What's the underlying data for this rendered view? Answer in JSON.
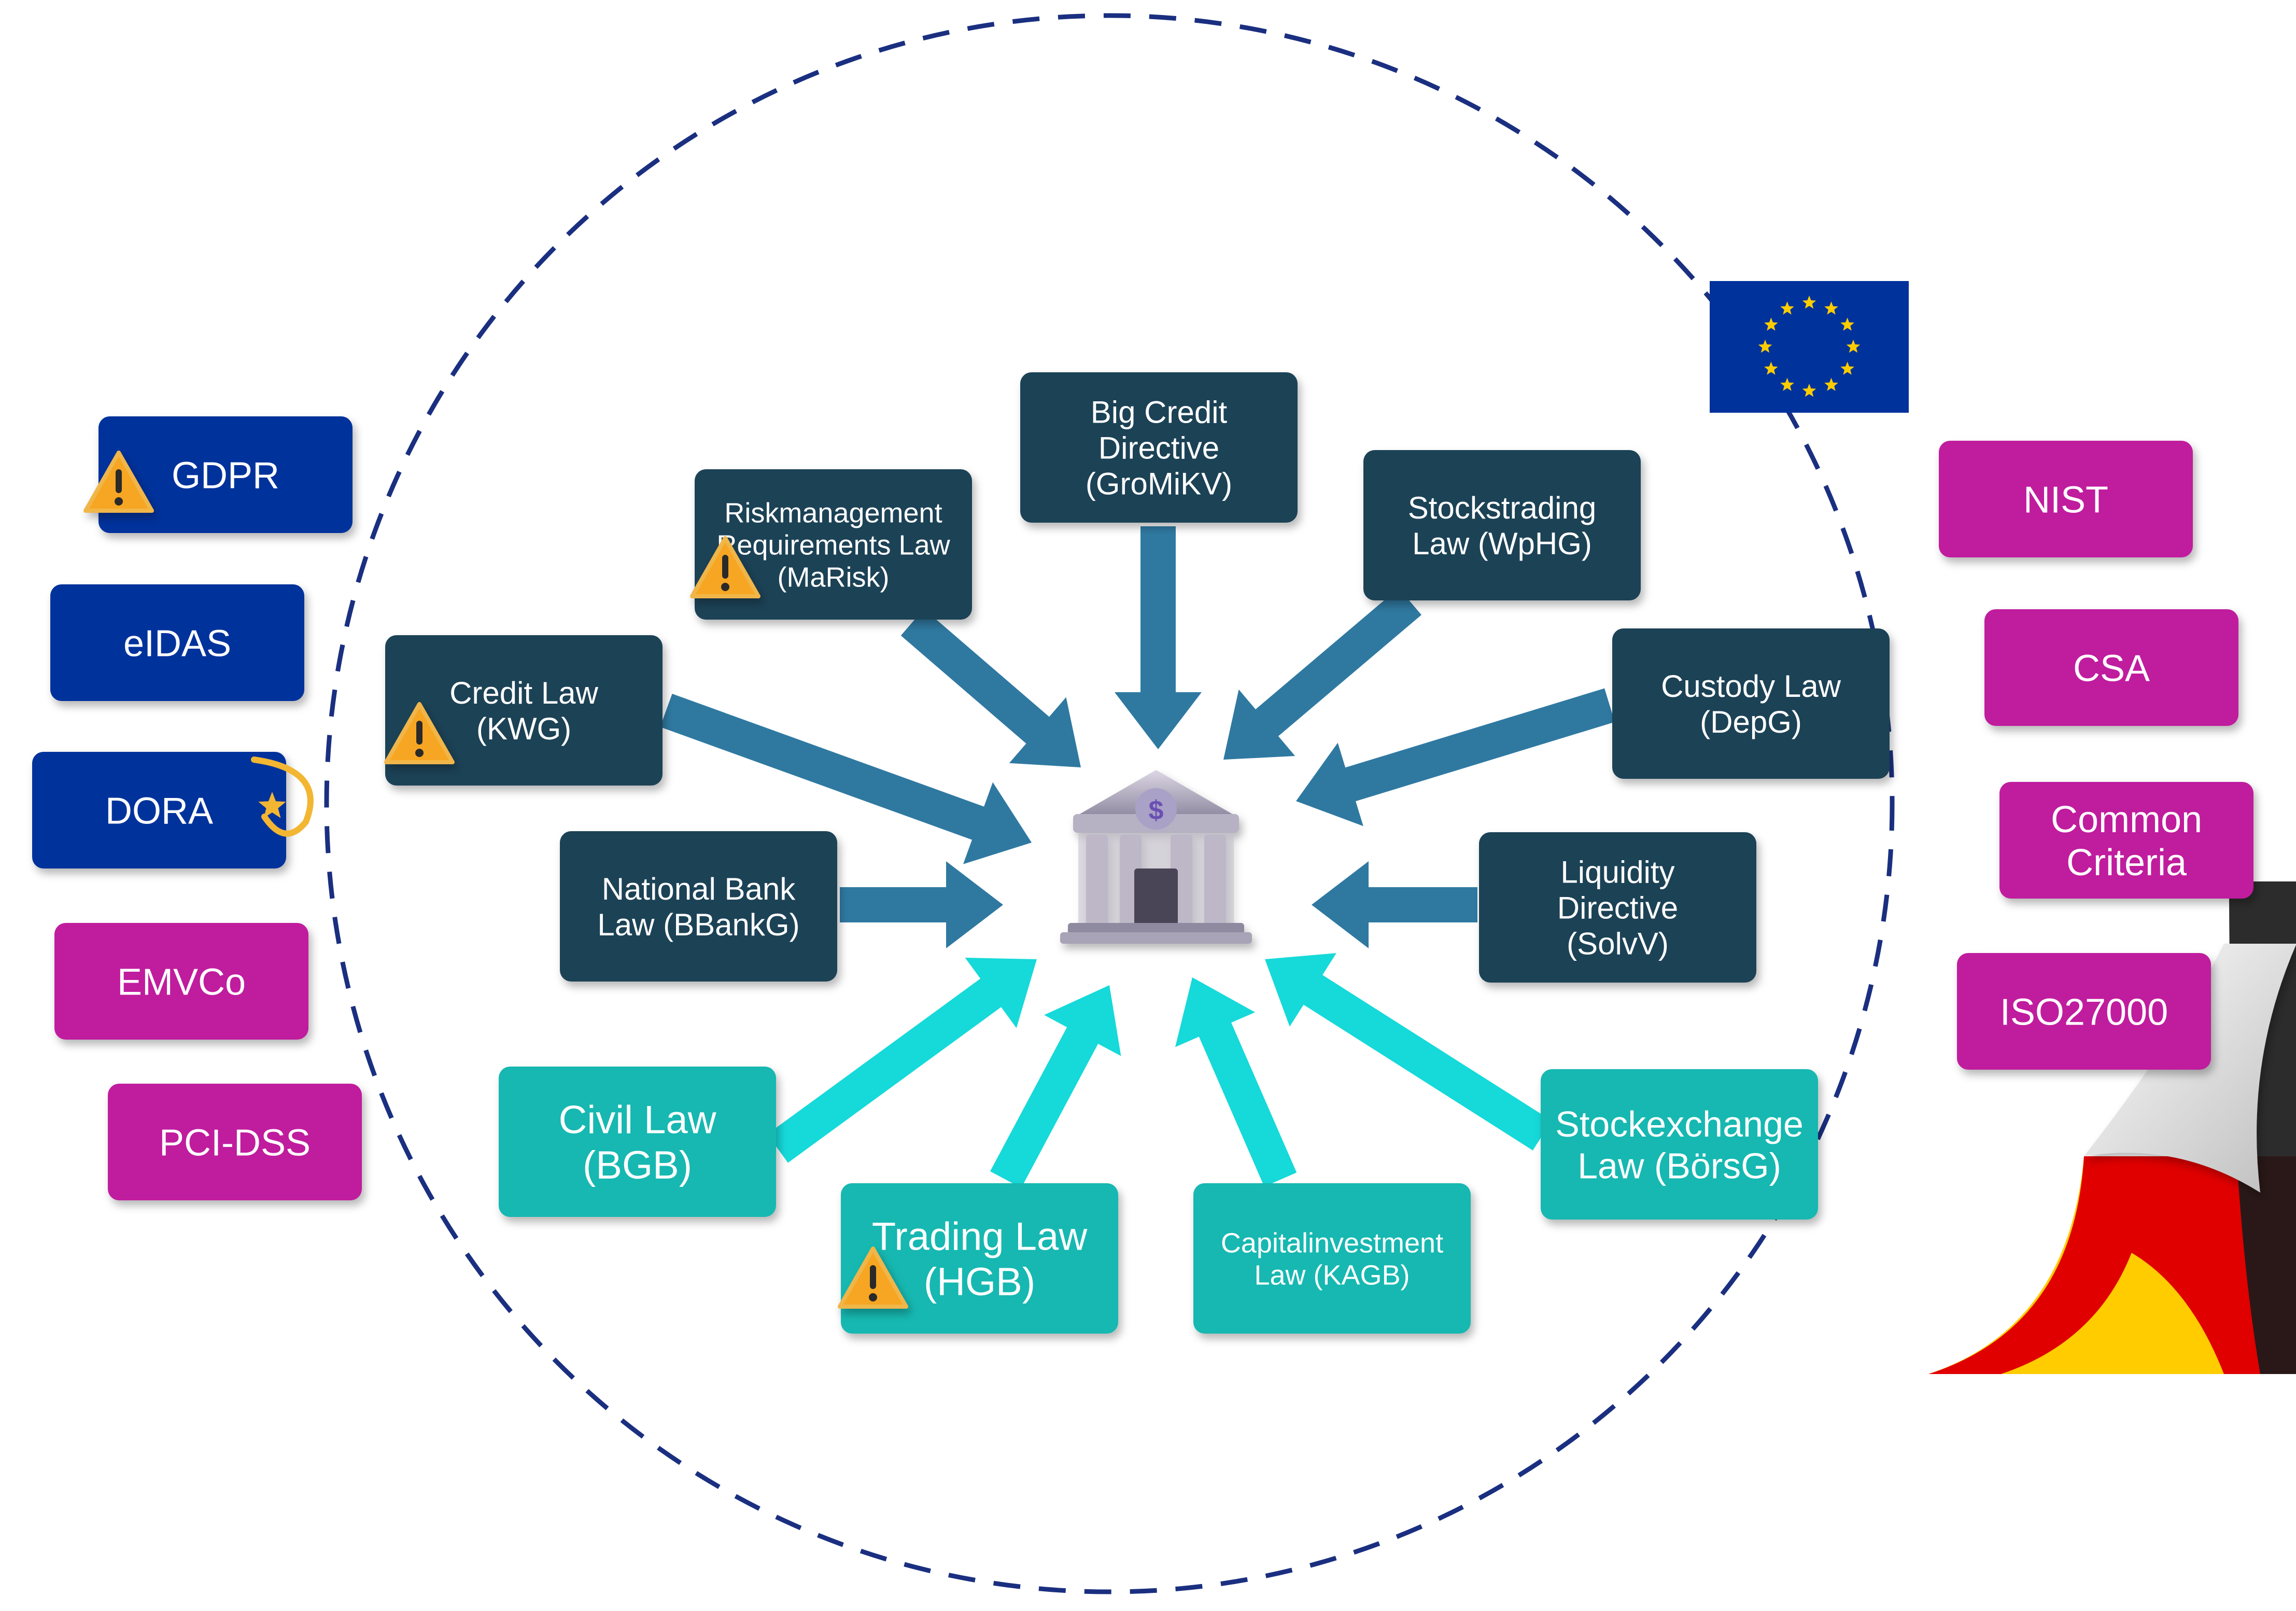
{
  "colors": {
    "eu_blue": "#00329c",
    "magenta": "#c01c9e",
    "dark_box": "#1e4356",
    "teal_box": "#14b8b1",
    "dark_arrow": "#2f79a1",
    "cyan_arrow": "#16d9d9",
    "circle_border": "#1a2f80",
    "warning": "#f6a623",
    "flag_black": "#1a1a1a",
    "flag_red": "#e00000",
    "flag_gold": "#ffcc00"
  },
  "left_items": [
    {
      "id": "gdpr",
      "label": "GDPR",
      "style": "eu",
      "badge": "warning-icon"
    },
    {
      "id": "eidas",
      "label": "eIDAS",
      "style": "eu",
      "badge": ""
    },
    {
      "id": "dora",
      "label": "DORA",
      "style": "eu",
      "badge": "new-icon"
    },
    {
      "id": "emvco",
      "label": "EMVCo",
      "style": "magenta",
      "badge": ""
    },
    {
      "id": "pcidss",
      "label": "PCI-DSS",
      "style": "magenta",
      "badge": ""
    }
  ],
  "right_items": [
    {
      "id": "nist",
      "label": "NIST",
      "style": "magenta"
    },
    {
      "id": "csa",
      "label": "CSA",
      "style": "magenta"
    },
    {
      "id": "common-criteria",
      "label": [
        "Common",
        "Criteria"
      ],
      "style": "magenta"
    },
    {
      "id": "iso27000",
      "label": "ISO27000",
      "style": "magenta"
    }
  ],
  "laws": [
    {
      "id": "big-credit",
      "label": [
        "Big Credit",
        "Directive",
        "(GroMiKV)"
      ],
      "style": "dark",
      "badge": ""
    },
    {
      "id": "marisk",
      "label": [
        "Riskmanagement",
        "Requirements Law",
        "(MaRisk)"
      ],
      "style": "dark",
      "badge": "warning-icon"
    },
    {
      "id": "wphg",
      "label": [
        "Stockstrading",
        "Law (WpHG)"
      ],
      "style": "dark",
      "badge": ""
    },
    {
      "id": "kwg",
      "label": [
        "Credit Law",
        "(KWG)"
      ],
      "style": "dark",
      "badge": "warning-icon"
    },
    {
      "id": "depg",
      "label": [
        "Custody Law",
        "(DepG)"
      ],
      "style": "dark",
      "badge": ""
    },
    {
      "id": "bbankg",
      "label": [
        "National Bank",
        "Law (BBankG)"
      ],
      "style": "dark",
      "badge": ""
    },
    {
      "id": "solvv",
      "label": [
        "Liquidity",
        "Directive",
        "(SolvV)"
      ],
      "style": "dark",
      "badge": ""
    },
    {
      "id": "bgb",
      "label": [
        "Civil Law",
        "(BGB)"
      ],
      "style": "teal",
      "badge": ""
    },
    {
      "id": "hgb",
      "label": [
        "Trading Law",
        "(HGB)"
      ],
      "style": "teal",
      "badge": "warning-icon"
    },
    {
      "id": "kagb",
      "label": [
        "Capitalinvestment",
        "Law (KAGB)"
      ],
      "style": "teal",
      "badge": ""
    },
    {
      "id": "borsg",
      "label": [
        "Stockexchange",
        "Law (BörsG)"
      ],
      "style": "teal",
      "badge": ""
    }
  ],
  "center": {
    "icon": "bank-icon",
    "symbol": "$"
  },
  "flags": {
    "eu": "eu-flag-icon",
    "germany": "germany-flag-icon"
  }
}
